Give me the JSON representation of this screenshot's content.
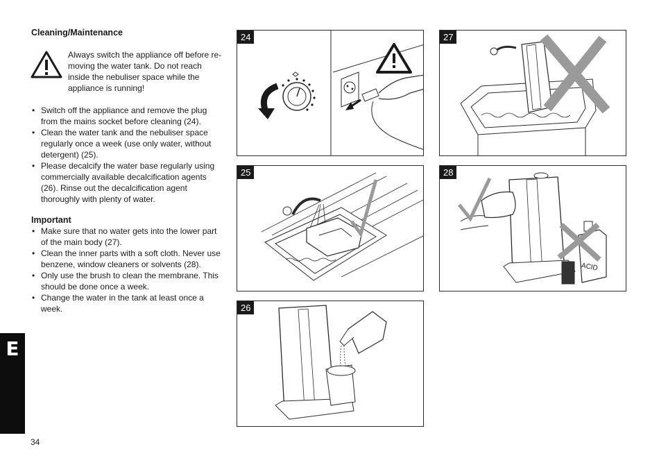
{
  "section": {
    "heading": "Cleaning/Maintenance",
    "warning_text": "Always switch the appliance off before re-moving the water tank. Do not reach inside the nebuliser space while the appliance is running!",
    "bullets": [
      "Switch off the appliance and remove the plug from the mains socket before cleaning (24).",
      "Clean the water tank and the nebuliser space regularly once a week (use only water, without detergent) (25).",
      "Please decalcify the water base regularly using commercially available decalcification agents (26). Rinse out the decalcification agent thoroughly with plenty of water."
    ]
  },
  "important": {
    "heading": "Important",
    "bullets": [
      "Make sure that no water gets into the lower part of the main body (27).",
      "Clean the inner parts with a soft cloth. Never use benzene, window cleaners or solvents (28).",
      "Only use the brush to clean the membrane. This should be done once a week.",
      "Change the water in the tank at least once a week."
    ]
  },
  "bullet_glyph": "•",
  "figures": {
    "fig24": "24",
    "fig25": "25",
    "fig26": "26",
    "fig27": "27",
    "fig28": "28"
  },
  "figure_text": {
    "acid_label": "ACID"
  },
  "side_tab": "E",
  "page_number": "34",
  "icons": {
    "warning": "warning-triangle-icon",
    "allowed": "check-mark-icon",
    "forbidden": "cross-mark-icon"
  },
  "colors": {
    "tab_background": "#0d0d0d",
    "cross_grey": "#9a9a9a",
    "line_art": "#2a2a2a"
  }
}
